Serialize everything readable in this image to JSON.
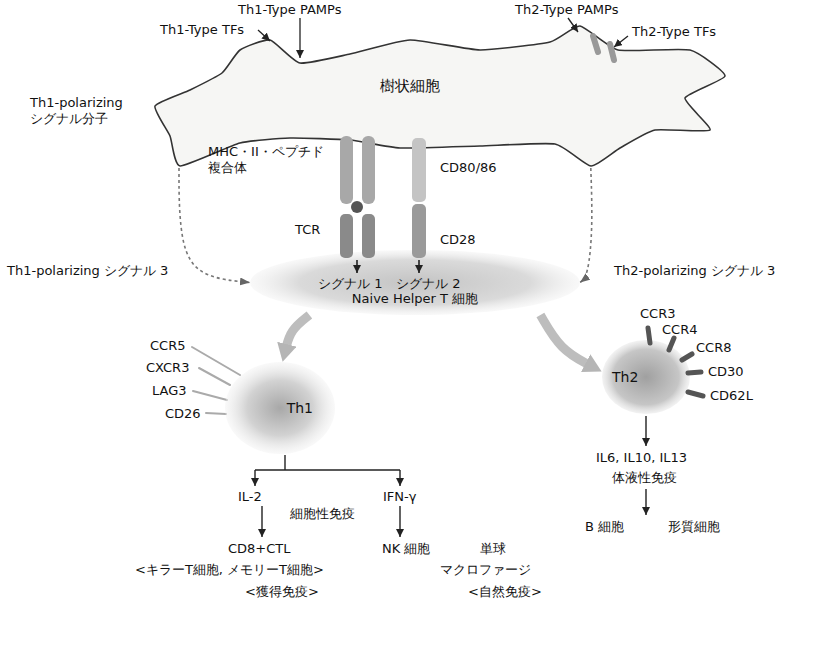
{
  "diagram": {
    "nodes": [
      {
        "text": [
          "樹状細胞"
        ]
      },
      {
        "text": [
          "Naive Helper T 細胞"
        ]
      },
      {
        "text": [
          "Th1"
        ]
      },
      {
        "text": [
          "Th2"
        ]
      }
    ],
    "edges": [
      {
        "from": 0,
        "to": 1,
        "arrow": "to",
        "label": "Th1-polarizing シグナル 3"
      },
      {
        "from": 0,
        "to": 1,
        "arrow": "to",
        "label": "Th2-polarizing シグナル 3"
      },
      {
        "from": 1,
        "to": 2,
        "arrow": "to"
      },
      {
        "from": 1,
        "to": 3,
        "arrow": "to"
      }
    ],
    "labels": [
      "Th1-Type PAMPs",
      "Th2-Type PAMPs",
      "Th1-Type TFs",
      "Th2-Type TFs",
      "Th1-polarizing シグナル分子",
      "CD80/86",
      "MHC・II・ペプチド 複合体",
      "TCR",
      "CD28",
      "シグナル 1",
      "シグナル 2",
      "CCR5",
      "CXCR3",
      "LAG3",
      "CD26",
      "CCR3",
      "CCR4",
      "CCR8",
      "CD30",
      "CD62L",
      "IL-2",
      "IFN-γ",
      "細胞性免疫",
      "IL6, IL10, IL13",
      "体液性免疫",
      "CD8+CTL",
      "NK 細胞",
      "単球",
      "B 細胞",
      "形質細胞",
      "<キラーT細胞, メモリーT細胞>",
      "マクロファージ",
      "<獲得免疫>",
      "<自然免疫>"
    ]
  }
}
